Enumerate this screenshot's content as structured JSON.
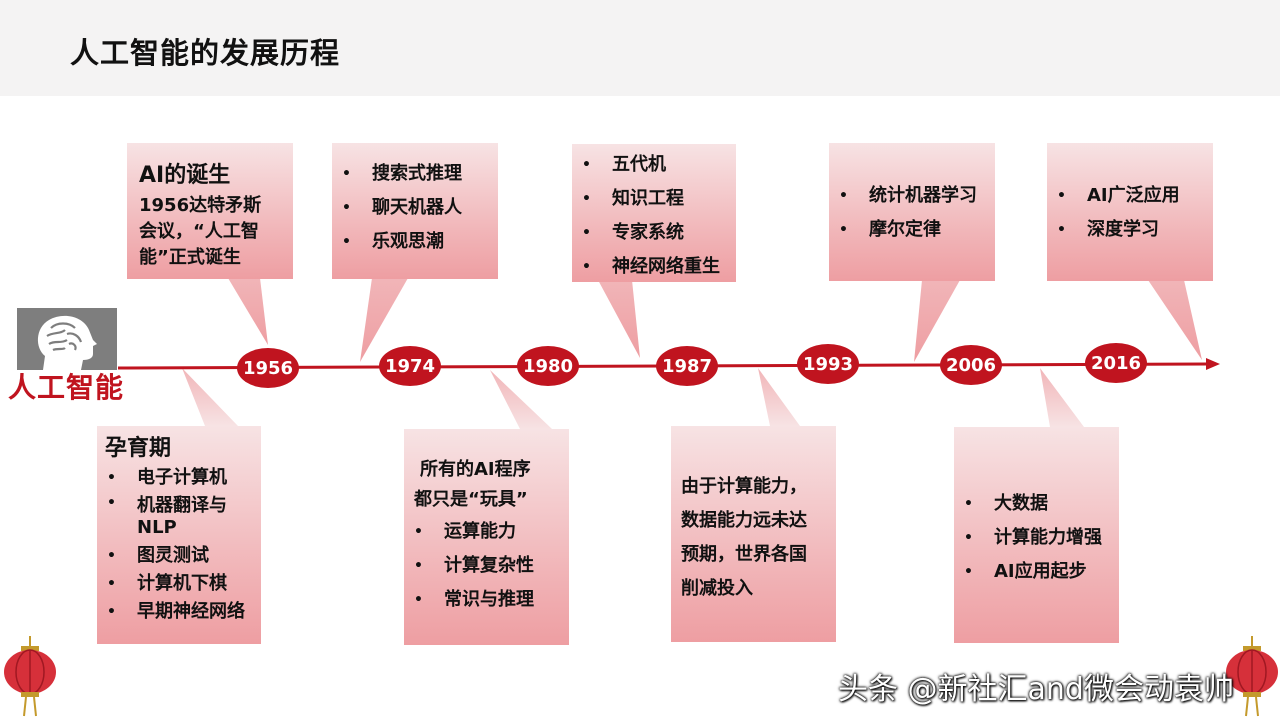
{
  "title": "人工智能的发展历程",
  "brand_label": "人工智能",
  "colors": {
    "timeline": "#c0141f",
    "box_top": "#f7e3e4",
    "box_bottom": "#ee9ea2",
    "header_bg": "#f4f3f3"
  },
  "years": [
    "1956",
    "1974",
    "1980",
    "1987",
    "1993",
    "2006",
    "2016"
  ],
  "boxes": {
    "ai_birth": {
      "heading": "AI的诞生",
      "lines": [
        "1956达特矛斯",
        "会议，“人工智",
        "能”正式诞生"
      ]
    },
    "b1974": {
      "items": [
        "搜索式推理",
        "聊天机器人",
        "乐观思潮"
      ]
    },
    "b1980": {
      "items": [
        "五代机",
        "知识工程",
        "专家系统",
        "神经网络重生"
      ]
    },
    "b1993": {
      "items": [
        "统计机器学习",
        "摩尔定律"
      ]
    },
    "b2016": {
      "items": [
        "AI广泛应用",
        "深度学习"
      ]
    },
    "incubation": {
      "heading": "孕育期",
      "items": [
        "电子计算机",
        "机器翻译与NLP",
        "图灵测试",
        "计算机下棋",
        "早期神经网络"
      ]
    },
    "toy": {
      "lines": [
        "所有的AI程序",
        "都只是“玩具”"
      ],
      "items": [
        "运算能力",
        "计算复杂性",
        "常识与推理"
      ]
    },
    "limits": {
      "lines": [
        "由于计算能力，",
        "数据能力远未达",
        "预期，世界各国",
        "削减投入"
      ]
    },
    "big_data": {
      "items": [
        "大数据",
        "计算能力增强",
        "AI应用起步"
      ]
    }
  },
  "watermark": "头条 @新社汇and微会动袁帅"
}
